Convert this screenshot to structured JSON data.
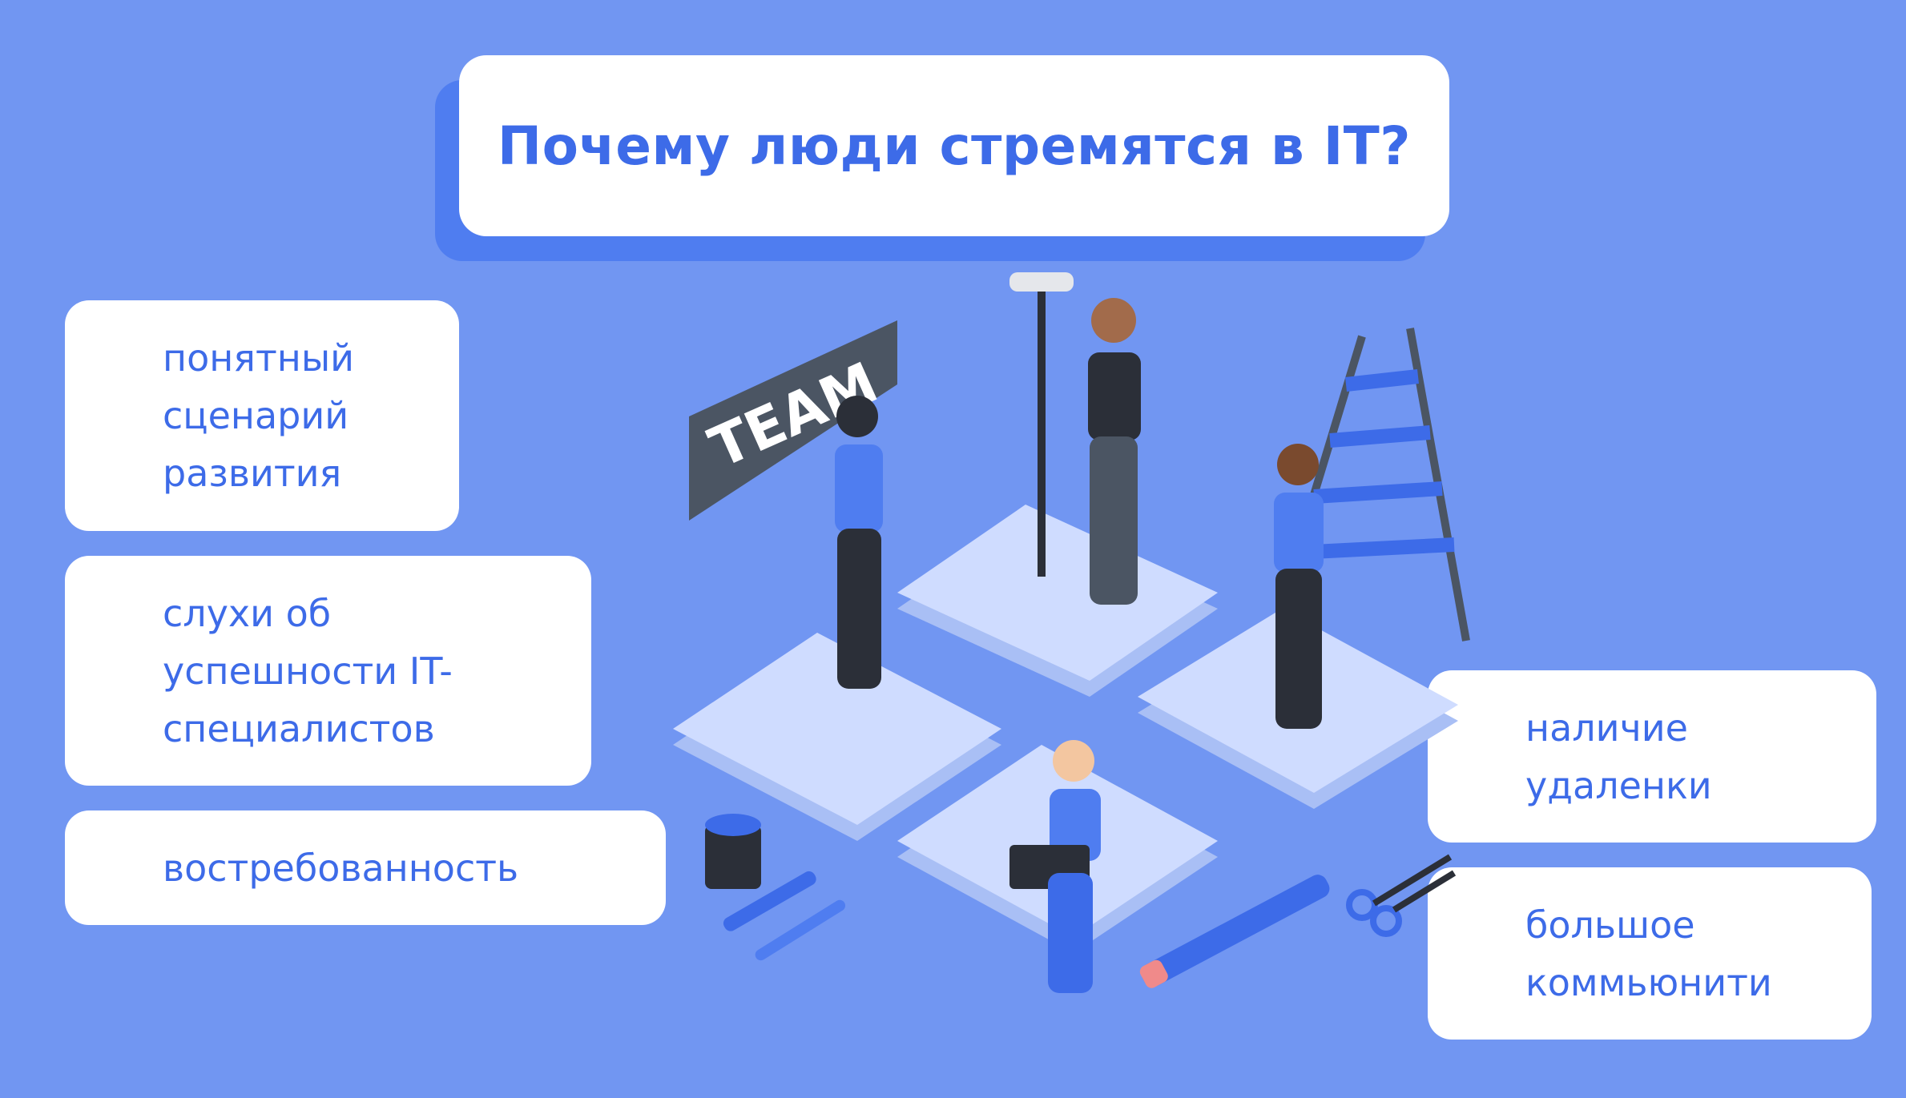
{
  "title": "Почему люди стремятся в IT?",
  "reasons": [
    "понятный\nсценарий\nразвития",
    "слухи об\nуспешности IT-\nспециалистов",
    "востребованность",
    "наличие\nудаленки",
    "большое\nкоммьюнити"
  ],
  "illustration": {
    "sign_text": "TEAM",
    "icons": [
      "puzzle-pieces",
      "team-sign",
      "paint-roller",
      "ladder",
      "paint-bucket",
      "brushes",
      "pencil",
      "scissors",
      "laptop"
    ]
  },
  "colors": {
    "background": "#7196f2",
    "accent": "#3d6be8",
    "card": "#ffffff",
    "puzzle": "#cfdcff"
  }
}
